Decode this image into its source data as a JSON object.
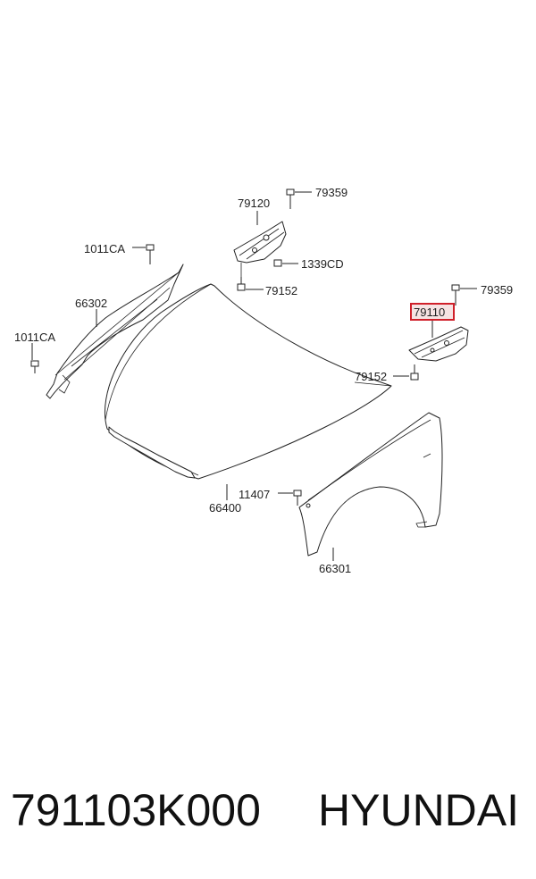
{
  "labels": {
    "part_79359_a": "79359",
    "part_79120": "79120",
    "part_1339CD": "1339CD",
    "part_79152_a": "79152",
    "part_79359_b": "79359",
    "part_79110": "79110",
    "part_79152_b": "79152",
    "part_1011CA_a": "1011CA",
    "part_66302": "66302",
    "part_1011CA_b": "1011CA",
    "part_11407": "11407",
    "part_66400": "66400",
    "part_66301": "66301"
  },
  "highlight": {
    "label": "79110",
    "color": "#d0202a",
    "fill": "#f6e3e3"
  },
  "footer": {
    "part_number": "791103K000",
    "brand": "HYUNDAI"
  }
}
